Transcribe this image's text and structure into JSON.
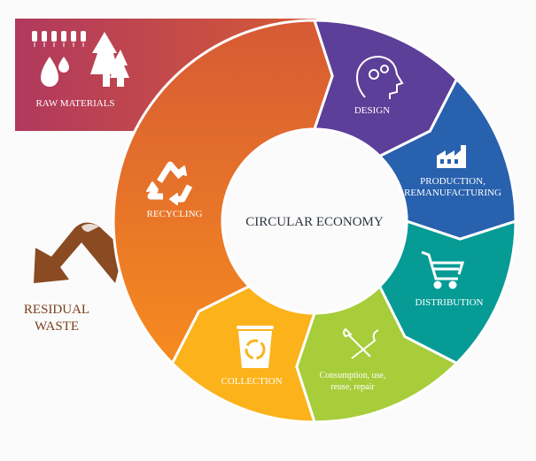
{
  "center_title": "CIRCULAR ECONOMY",
  "raw_materials": {
    "label": "RAW MATERIALS",
    "icon": "wheat-water-trees-icon",
    "color_from": "#b0395f",
    "color_to": "#d65a35"
  },
  "segments": [
    {
      "id": "design",
      "label": "DESIGN",
      "icon": "head-gears-icon",
      "color": "#5c3f98"
    },
    {
      "id": "production",
      "label_lines": [
        "PRODUCTION,",
        "REMANUFACTURING"
      ],
      "icon": "factory-icon",
      "color": "#2861ad"
    },
    {
      "id": "distribution",
      "label": "DISTRIBUTION",
      "icon": "shopping-cart-icon",
      "color": "#069b95"
    },
    {
      "id": "consumption",
      "label_lines": [
        "Consumption, use,",
        "reuse, repair"
      ],
      "icon": "tools-icon",
      "color": "#a7cd3a"
    },
    {
      "id": "collection",
      "label": "COLLECTION",
      "icon": "recycle-bin-icon",
      "color": "#fbb21b"
    },
    {
      "id": "recycling",
      "label": "RECYCLING",
      "icon": "recycle-icon",
      "color_top": "#d65a34",
      "color_bottom": "#f78b1f"
    }
  ],
  "residual_waste": {
    "label_lines": [
      "RESIDUAL",
      "WASTE"
    ],
    "color": "#7a3f1b",
    "arrow_color": "#8a4a22"
  }
}
